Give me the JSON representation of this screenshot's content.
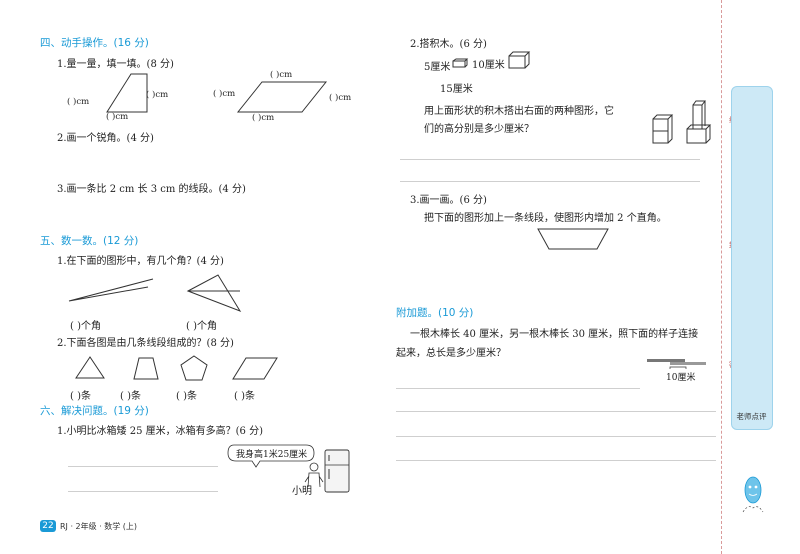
{
  "left": {
    "s4_title": "四、动手操作。",
    "s4_score": "(16 分)",
    "q4_1": "1.量一量，填一填。(8 分)",
    "q4_1_labels": [
      "(    )cm",
      "(    )cm",
      "(    )cm",
      "(    )cm",
      "(    )cm",
      "(    )cm",
      "(    )cm"
    ],
    "q4_2": "2.画一个锐角。(4 分)",
    "q4_3": "3.画一条比 2 cm 长 3 cm 的线段。(4 分)",
    "s5_title": "五、数一数。",
    "s5_score": "(12 分)",
    "q5_1": "1.在下面的图形中，有几个角？(4 分)",
    "q5_1_a": "(      )个角",
    "q5_1_b": "(      )个角",
    "q5_2": "2.下面各图是由几条线段组成的？(8 分)",
    "q5_2_labels": [
      "(      )条",
      "(      )条",
      "(      )条",
      "(      )条"
    ],
    "s6_title": "六、解决问题。",
    "s6_score": "(19 分)",
    "q6_1": "1.小明比冰箱矮 25 厘米，冰箱有多高？(6 分)",
    "bubble": "我身高1米25厘米",
    "boy": "小明"
  },
  "right": {
    "q2": "2.搭积木。(6 分)",
    "b5": "5厘米",
    "b10": "10厘米",
    "b15": "15厘米",
    "q2_text1": "用上面形状的积木搭出右面的两种图形，它",
    "q2_text2": "们的高分别是多少厘米？",
    "q3": "3.画一画。(6 分)",
    "q3_text": "把下面的图形加上一条线段，使图形内增加 2 个直角。",
    "add_title": "附加题。",
    "add_score": "(10 分)",
    "add_text1": "一根木棒长 40 厘米，另一根木棒长 30 厘米，照下面的样子连接",
    "add_text2": "起来，总长是多少厘米？",
    "add_label": "10厘米"
  },
  "sidebar": {
    "teacher": "老师点评",
    "chars": [
      "线",
      "封",
      "密"
    ]
  },
  "footer": {
    "page": "22",
    "info": "RJ · 2年级 · 数学 (上)"
  }
}
